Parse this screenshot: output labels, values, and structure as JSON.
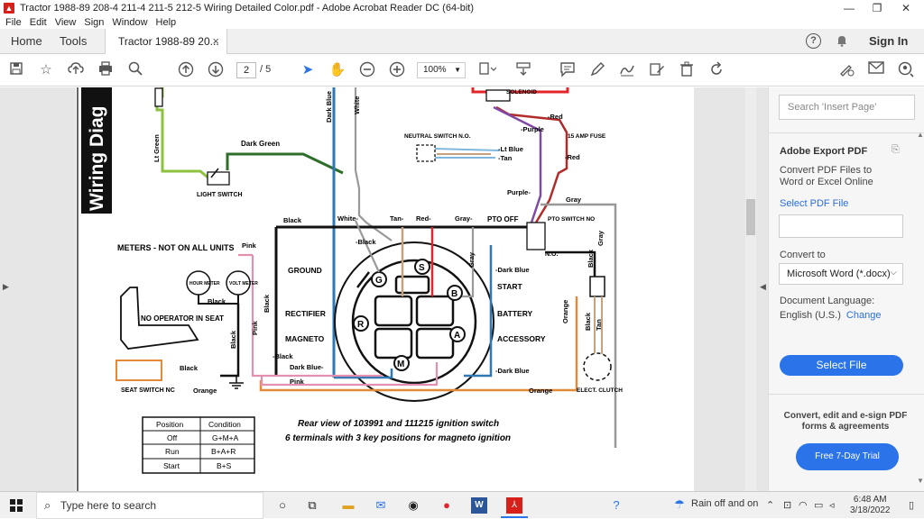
{
  "window": {
    "title": "Tractor 1988-89 208-4 211-4 211-5 212-5 Wiring Detailed Color.pdf - Adobe Acrobat Reader DC (64-bit)",
    "minimize": "—",
    "maximize": "❐",
    "close": "✕"
  },
  "menu": [
    "File",
    "Edit",
    "View",
    "Sign",
    "Window",
    "Help"
  ],
  "tabs": {
    "home": "Home",
    "tools": "Tools",
    "doc": "Tractor 1988-89 20...",
    "close": "×",
    "help": "?",
    "signin": "Sign In"
  },
  "toolbar": {
    "page_current": "2",
    "page_sep_total": "/ 5",
    "zoom": "100%"
  },
  "diagram": {
    "side_title": "Wiring Diag",
    "wire_labels": {
      "lt_green": "Lt Green",
      "dark_green": "Dark Green",
      "dark_blue_top": "Dark Blue",
      "white_top": "White",
      "solenoid": "SOLENOID",
      "red_top": "-Red",
      "purple_top": "-Purple",
      "amp_fuse": "15 AMP FUSE",
      "red_fuse": "-Red",
      "neutral_switch": "NEUTRAL SWITCH N.O.",
      "lt_blue": "-Lt Blue",
      "tan_top": "-Tan",
      "purple_mid": "Purple-",
      "gray_top": "Gray",
      "light_switch": "LIGHT SWITCH",
      "black_left": "Black",
      "white_mid": "White-",
      "tan_mid": "Tan-",
      "red_mid": "Red-",
      "gray_mid": "Gray-",
      "pto_off": "PTO OFF",
      "pto_switch": "PTO SWITCH NO",
      "no": "N.O.",
      "meters": "METERS - NOT ON ALL UNITS",
      "pink": "Pink",
      "hour_meter": "HOUR METER",
      "volt_meter": "VOLT METER",
      "black_meter": "Black",
      "black_inner": "-Black",
      "ground": "GROUND",
      "rectifier": "RECTIFIER",
      "magneto": "MAGNETO",
      "start": "START",
      "battery": "BATTERY",
      "accessory": "ACCESSORY",
      "dark_blue_r1": "-Dark Blue",
      "dark_blue_r2": "-Dark Blue",
      "dark_blue_l": "Dark Blue-",
      "black_l2": "-Black",
      "pink_l": "Pink",
      "pink_bottom": "Pink",
      "gray_vert": "Gray",
      "black_vert": "Black",
      "black_vert2": "Black",
      "orange_vert": "Orange",
      "black_right": "Black",
      "gray_right": "Gray",
      "tan_right": "Tan",
      "no_operator": "NO OPERATOR IN SEAT",
      "black_seat": "Black",
      "seat_switch": "SEAT SWITCH NC",
      "orange_l": "Orange",
      "orange_r": "Orange",
      "elect_clutch": "ELECT. CLUTCH",
      "term_G": "G",
      "term_S": "S",
      "term_B": "B",
      "term_R": "R",
      "term_A": "A",
      "term_M": "M"
    },
    "caption_line1": "Rear view of 103991 and 111215 ignition switch",
    "caption_line2": "6 terminals with 3 key positions for magneto ignition",
    "table": {
      "headers": [
        "Position",
        "Condition"
      ],
      "rows": [
        [
          "Off",
          "G+M+A"
        ],
        [
          "Run",
          "B+A+R"
        ],
        [
          "Start",
          "B+S"
        ]
      ]
    }
  },
  "right_panel": {
    "search_placeholder": "Search 'Insert Page'",
    "export_title": "Adobe Export PDF",
    "export_desc": "Convert PDF Files to Word or Excel Online",
    "select_pdf": "Select PDF File",
    "convert_to": "Convert to",
    "convert_format": "Microsoft Word (*.docx)",
    "doc_language": "Document Language:",
    "language": "English (U.S.)",
    "change": "Change",
    "select_file_btn": "Select File",
    "promo": "Convert, edit and e-sign PDF forms & agreements",
    "trial_btn": "Free 7-Day Trial"
  },
  "taskbar": {
    "search_placeholder": "Type here to search",
    "weather": "Rain off and on",
    "time": "6:48 AM",
    "date": "3/18/2022"
  },
  "colors": {
    "accent": "#2a73e8",
    "acrobat_red": "#d7201a"
  }
}
